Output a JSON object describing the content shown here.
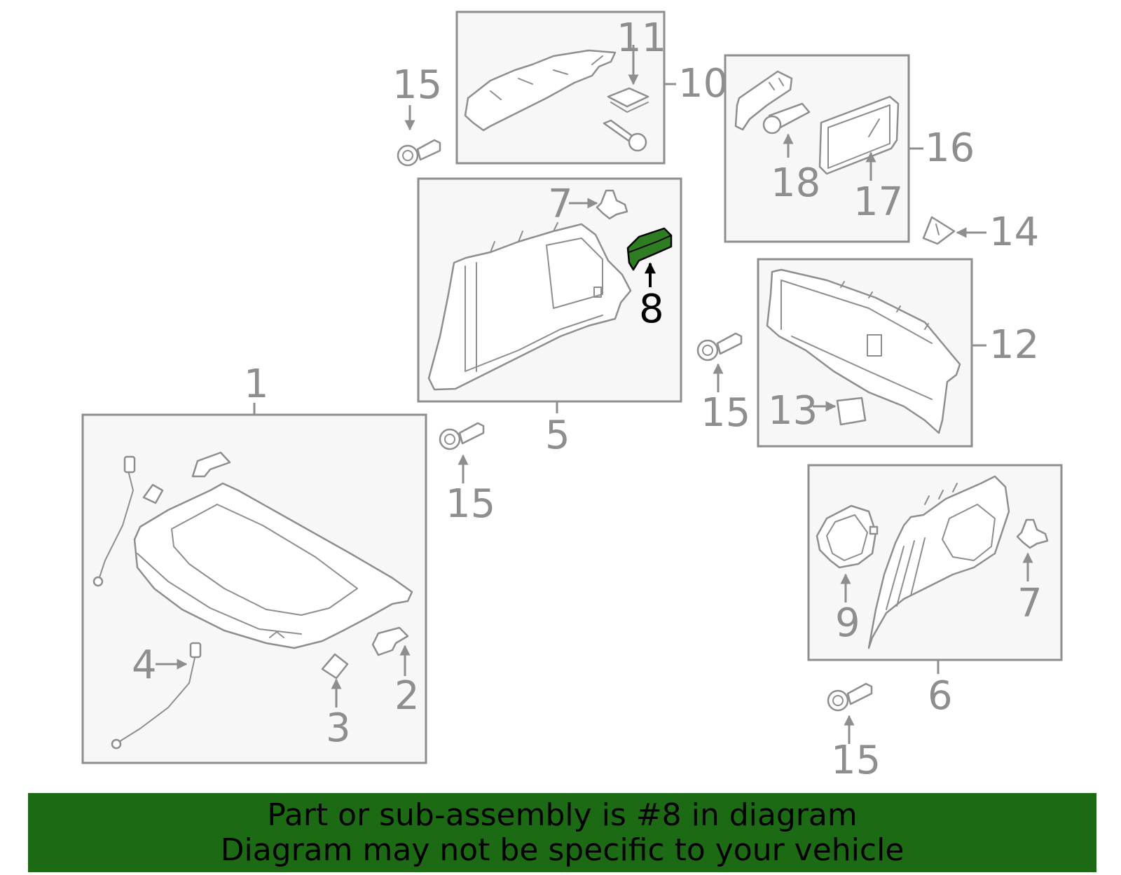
{
  "banner": {
    "line1": "Part or sub-assembly is #8 in diagram",
    "line2": "Diagram may not be specific to your vehicle",
    "background": "#1d6a14"
  },
  "highlight": {
    "part_number": "8",
    "color": "#2f7d22"
  },
  "callouts": {
    "c1": "1",
    "c2": "2",
    "c3": "3",
    "c4": "4",
    "c5": "5",
    "c6": "6",
    "c7a": "7",
    "c7b": "7",
    "c8": "8",
    "c9": "9",
    "c10": "10",
    "c11": "11",
    "c12": "12",
    "c13": "13",
    "c14": "14",
    "c15a": "15",
    "c15b": "15",
    "c15c": "15",
    "c15d": "15",
    "c16": "16",
    "c17": "17",
    "c18": "18"
  }
}
